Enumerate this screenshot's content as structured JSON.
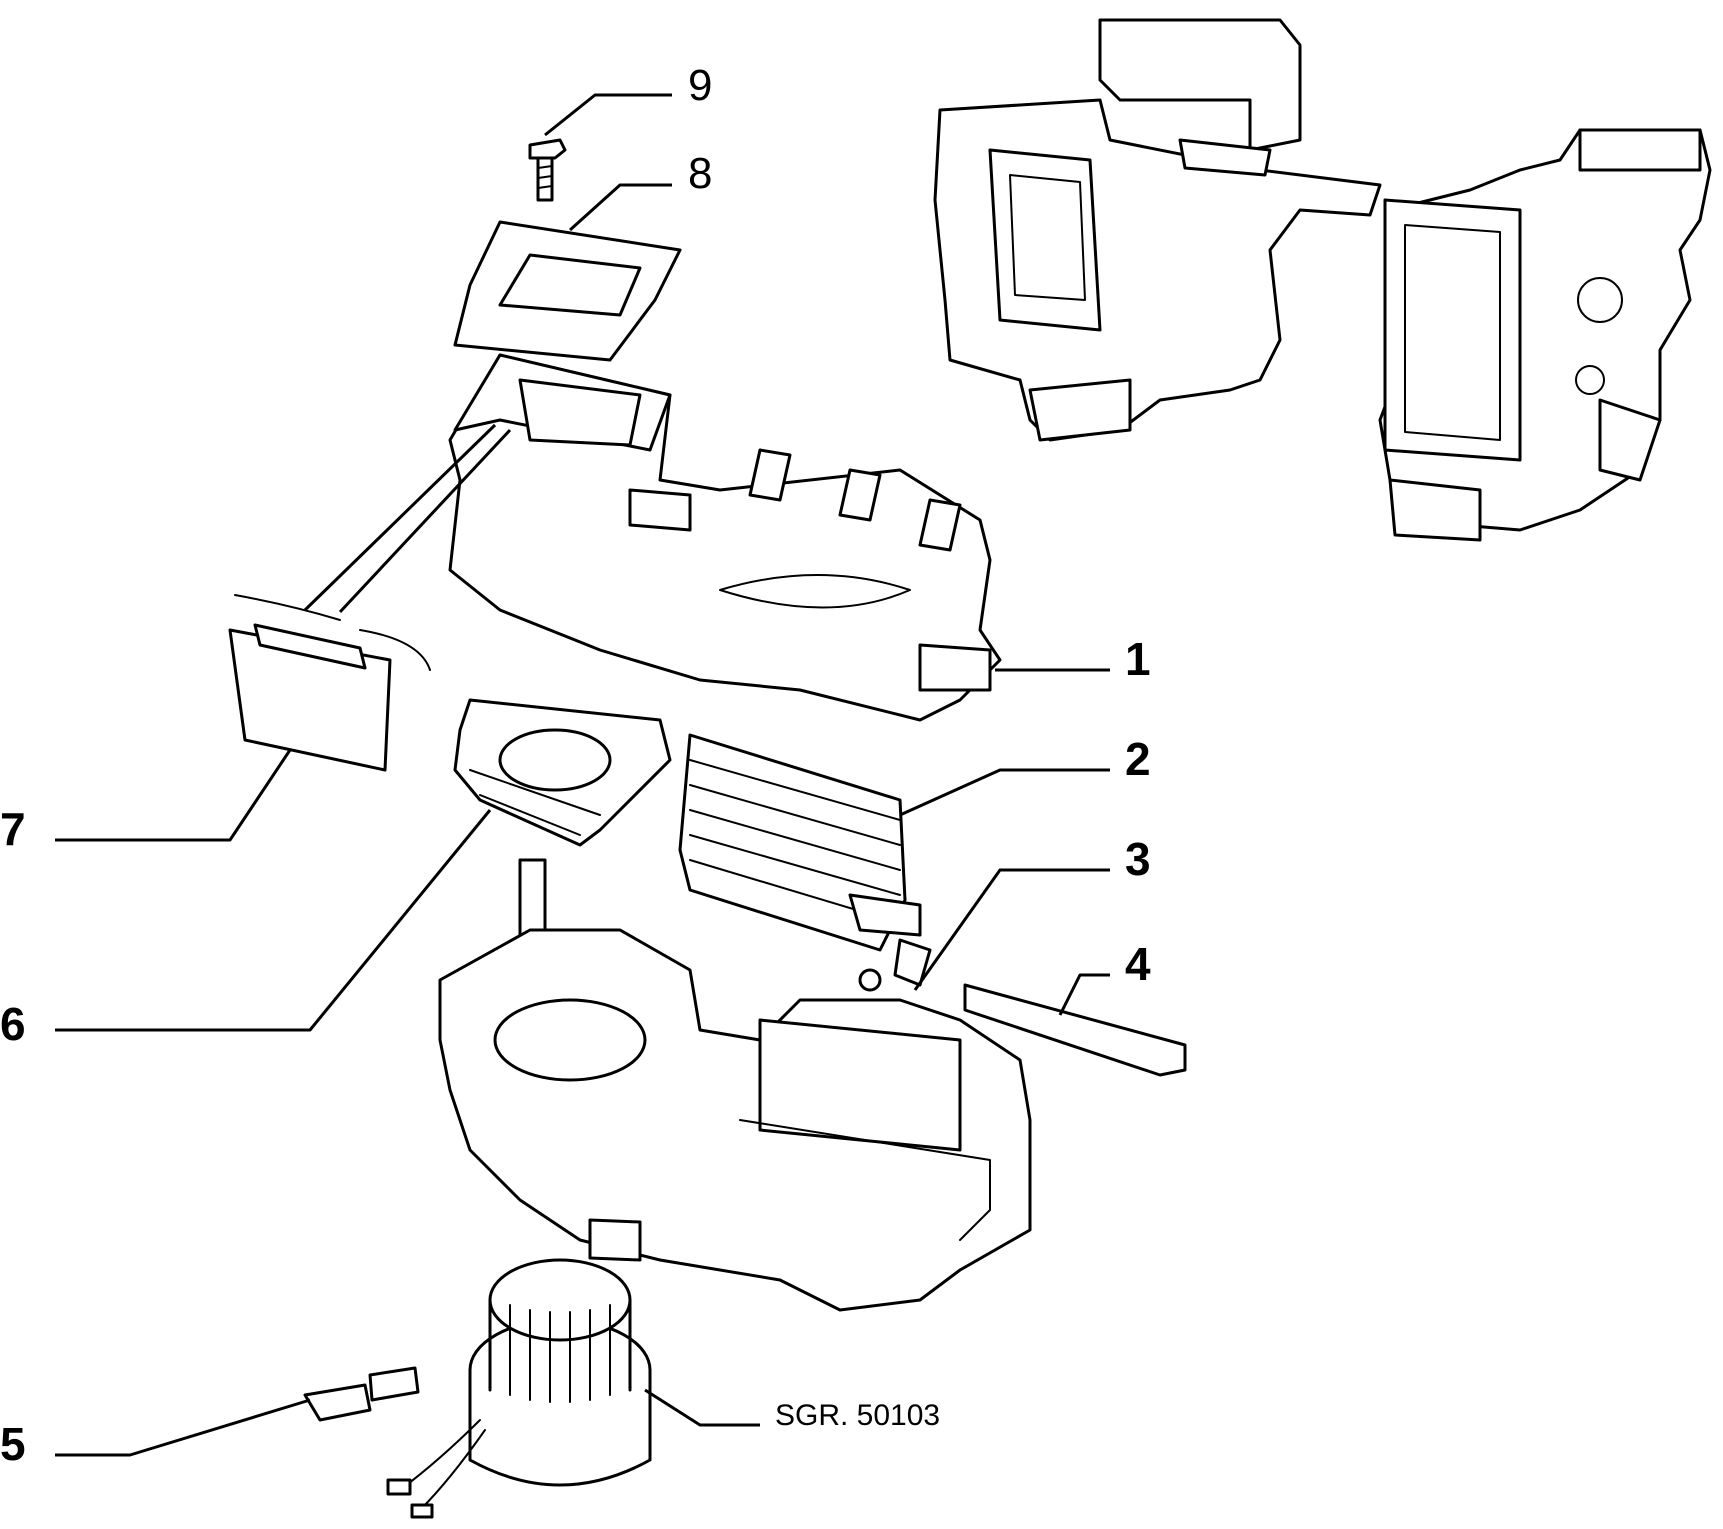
{
  "callouts": {
    "c1": "1",
    "c2": "2",
    "c3": "3",
    "c4": "4",
    "c5": "5",
    "c6": "6",
    "c7": "7",
    "c8": "8",
    "c9": "9"
  },
  "reference": "SGR. 50103"
}
